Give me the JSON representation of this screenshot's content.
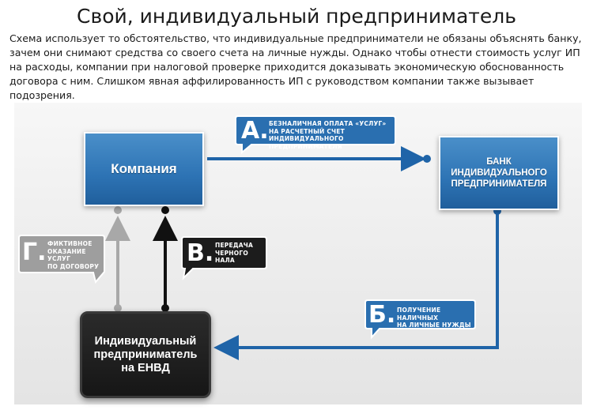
{
  "title": "Свой, индивидуальный предприниматель",
  "intro": "Схема использует то обстоятельство, что индивидуальные предприниматели не обязаны объяснять банку, зачем они снимают средства со своего счета на личные нужды. Однако чтобы отнести стоимость услуг ИП на расходы, компании при налоговой проверке приходится доказывать экономическую обоснованность договора с ним. Слишком явная аффилированность ИП с руководством компании также вызывает подозрения.",
  "nodes": {
    "company": "Компания",
    "bank": "Банк\nиндивидуального\nпредпринимателя",
    "entrepreneur": "Индивидуальный\nпредприниматель\nна ЕНВД"
  },
  "callouts": {
    "a": {
      "letter": "А.",
      "text": "Безналичная оплата «услуг»\nна расчетный счет индивидуального\nпредпринимателя"
    },
    "b": {
      "letter": "Б.",
      "text": "Получение наличных\nна личные нужды"
    },
    "v": {
      "letter": "В.",
      "text": "Передача\nчерного\nнала"
    },
    "g": {
      "letter": "Г.",
      "text": "Фиктивное\nоказание услуг\nпо договору"
    }
  },
  "colors": {
    "blue": "#2a6fb0",
    "dark": "#1c1c1c",
    "gray": "#a8a8a8",
    "arrow_blue": "#1f64a8",
    "arrow_black": "#111111"
  }
}
